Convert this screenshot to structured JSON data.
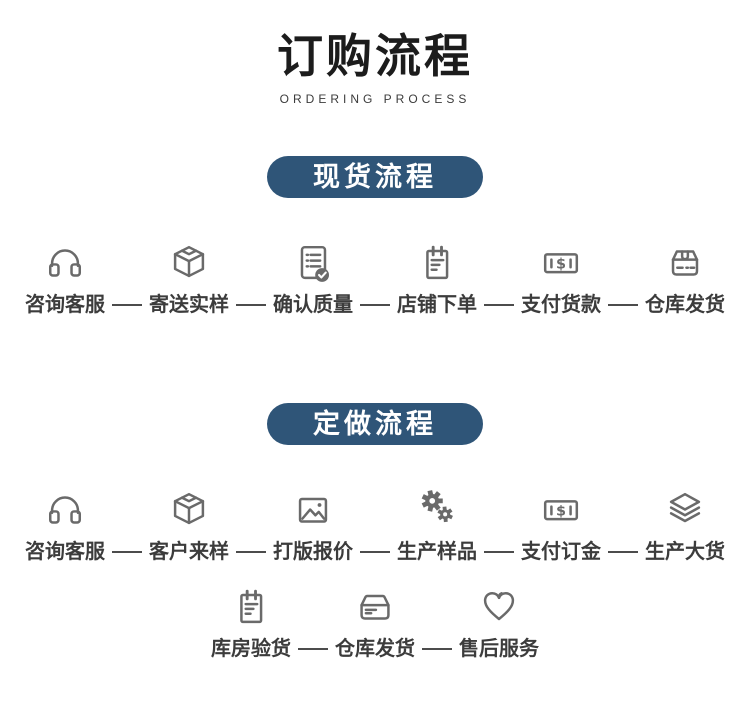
{
  "page": {
    "title": "订购流程",
    "subtitle": "ORDERING PROCESS"
  },
  "colors": {
    "pill_background": "#2f5578",
    "pill_text": "#ffffff",
    "icon_gray": "#6a6a6a",
    "label_text": "#3c3c3c",
    "connector_line": "#4c4c4c",
    "page_background": "#ffffff"
  },
  "flows": [
    {
      "pill": "现货流程",
      "rows": [
        [
          {
            "label": "咨询客服",
            "icon": "headset-icon"
          },
          {
            "label": "寄送实样",
            "icon": "package-box-icon"
          },
          {
            "label": "确认质量",
            "icon": "checklist-check-icon"
          },
          {
            "label": "店铺下单",
            "icon": "order-notepad-icon"
          },
          {
            "label": "支付货款",
            "icon": "banknote-dollar-icon"
          },
          {
            "label": "仓库发货",
            "icon": "sealed-box-icon"
          }
        ]
      ]
    },
    {
      "pill": "定做流程",
      "rows": [
        [
          {
            "label": "咨询客服",
            "icon": "headset-icon"
          },
          {
            "label": "客户来样",
            "icon": "package-box-icon"
          },
          {
            "label": "打版报价",
            "icon": "picture-icon"
          },
          {
            "label": "生产样品",
            "icon": "gears-icon"
          },
          {
            "label": "支付订金",
            "icon": "banknote-dollar-icon"
          },
          {
            "label": "生产大货",
            "icon": "layers-stack-icon"
          }
        ],
        [
          {
            "label": "库房验货",
            "icon": "order-notepad-icon"
          },
          {
            "label": "仓库发货",
            "icon": "archive-box-icon"
          },
          {
            "label": "售后服务",
            "icon": "heart-icon"
          }
        ]
      ]
    }
  ]
}
